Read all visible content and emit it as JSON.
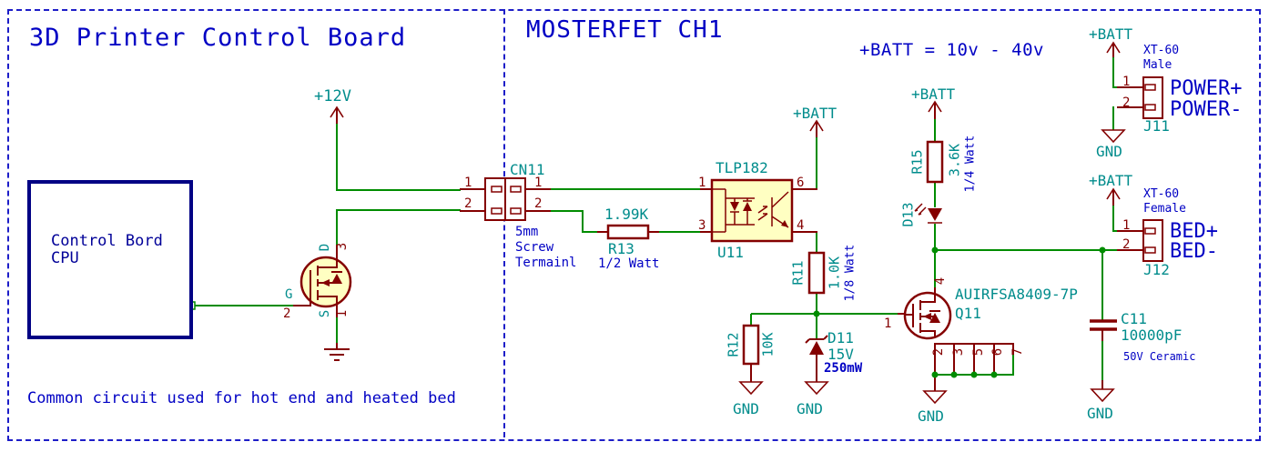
{
  "colors": {
    "wire_green": "#008C00",
    "device_red": "#840000",
    "device_fill": "#FFFFC2",
    "label_teal": "#008C8C",
    "field_blue": "#0000C4",
    "frame_blue": "#1D1DC8",
    "cpu_navy": "#000084"
  },
  "left_board": {
    "title": "3D Printer Control Board",
    "note": "Common circuit used for hot end and heated bed",
    "cpu": {
      "line1": "Control Bord",
      "line2": "CPU"
    },
    "mosfet": {
      "pin_d": "D",
      "pin_g": "G",
      "pin_s": "S",
      "num_d": "3",
      "num_g": "2",
      "num_s": "1"
    }
  },
  "right_board": {
    "title": "MOSTERFET CH1",
    "batt_note": "+BATT = 10v - 40v"
  },
  "nets": {
    "v12": "+12V",
    "batt": "+BATT",
    "gnd": "GND"
  },
  "components": {
    "cn11": {
      "ref": "CN11",
      "pin1": "1",
      "pin2": "2",
      "desc1": "5mm",
      "desc2": "Screw",
      "desc3": "Termainl"
    },
    "r13": {
      "ref": "R13",
      "value": "1.99K",
      "watt": "1/2 Watt"
    },
    "u11": {
      "ref": "U11",
      "part": "TLP182",
      "pin1": "1",
      "pin3": "3",
      "pin4": "4",
      "pin6": "6"
    },
    "r11": {
      "ref": "R11",
      "value": "1.0K",
      "watt": "1/8 Watt"
    },
    "r12": {
      "ref": "R12",
      "value": "10K"
    },
    "d11": {
      "ref": "D11",
      "value": "15V",
      "power": "250mW"
    },
    "d13": {
      "ref": "D13"
    },
    "r15": {
      "ref": "R15",
      "value": "3.6K",
      "watt": "1/4 Watt"
    },
    "q11": {
      "ref": "Q11",
      "part": "AUIRFSA8409-7P",
      "pin1": "1",
      "pin2": "2",
      "pin3": "3",
      "pin4": "4",
      "pin5": "5",
      "pin6": "6",
      "pin7": "7"
    },
    "c11": {
      "ref": "C11",
      "value": "10000pF",
      "desc": "50V Ceramic"
    },
    "j11": {
      "ref": "J11",
      "type": "XT-60",
      "gender": "Male",
      "pin1": "1",
      "pin2": "2",
      "net1": "POWER+",
      "net2": "POWER-"
    },
    "j12": {
      "ref": "J12",
      "type": "XT-60",
      "gender": "Female",
      "pin1": "1",
      "pin2": "2",
      "net1": "BED+",
      "net2": "BED-"
    }
  }
}
